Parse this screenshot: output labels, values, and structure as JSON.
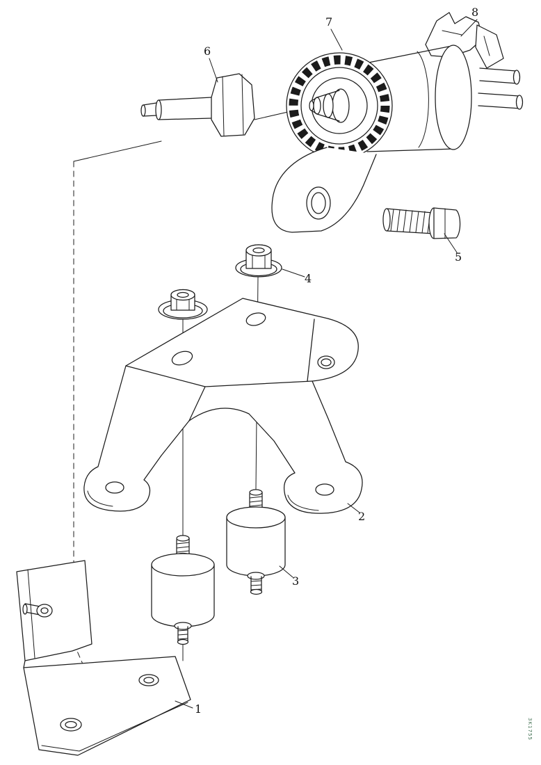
{
  "diagram": {
    "callouts": [
      "1",
      "2",
      "3",
      "4",
      "5",
      "6",
      "7",
      "8"
    ],
    "figure_code": "3K1755",
    "colors": {
      "ink": "#1b1b1b",
      "background": "#ffffff",
      "figure_code": "#3f6e4f"
    }
  }
}
